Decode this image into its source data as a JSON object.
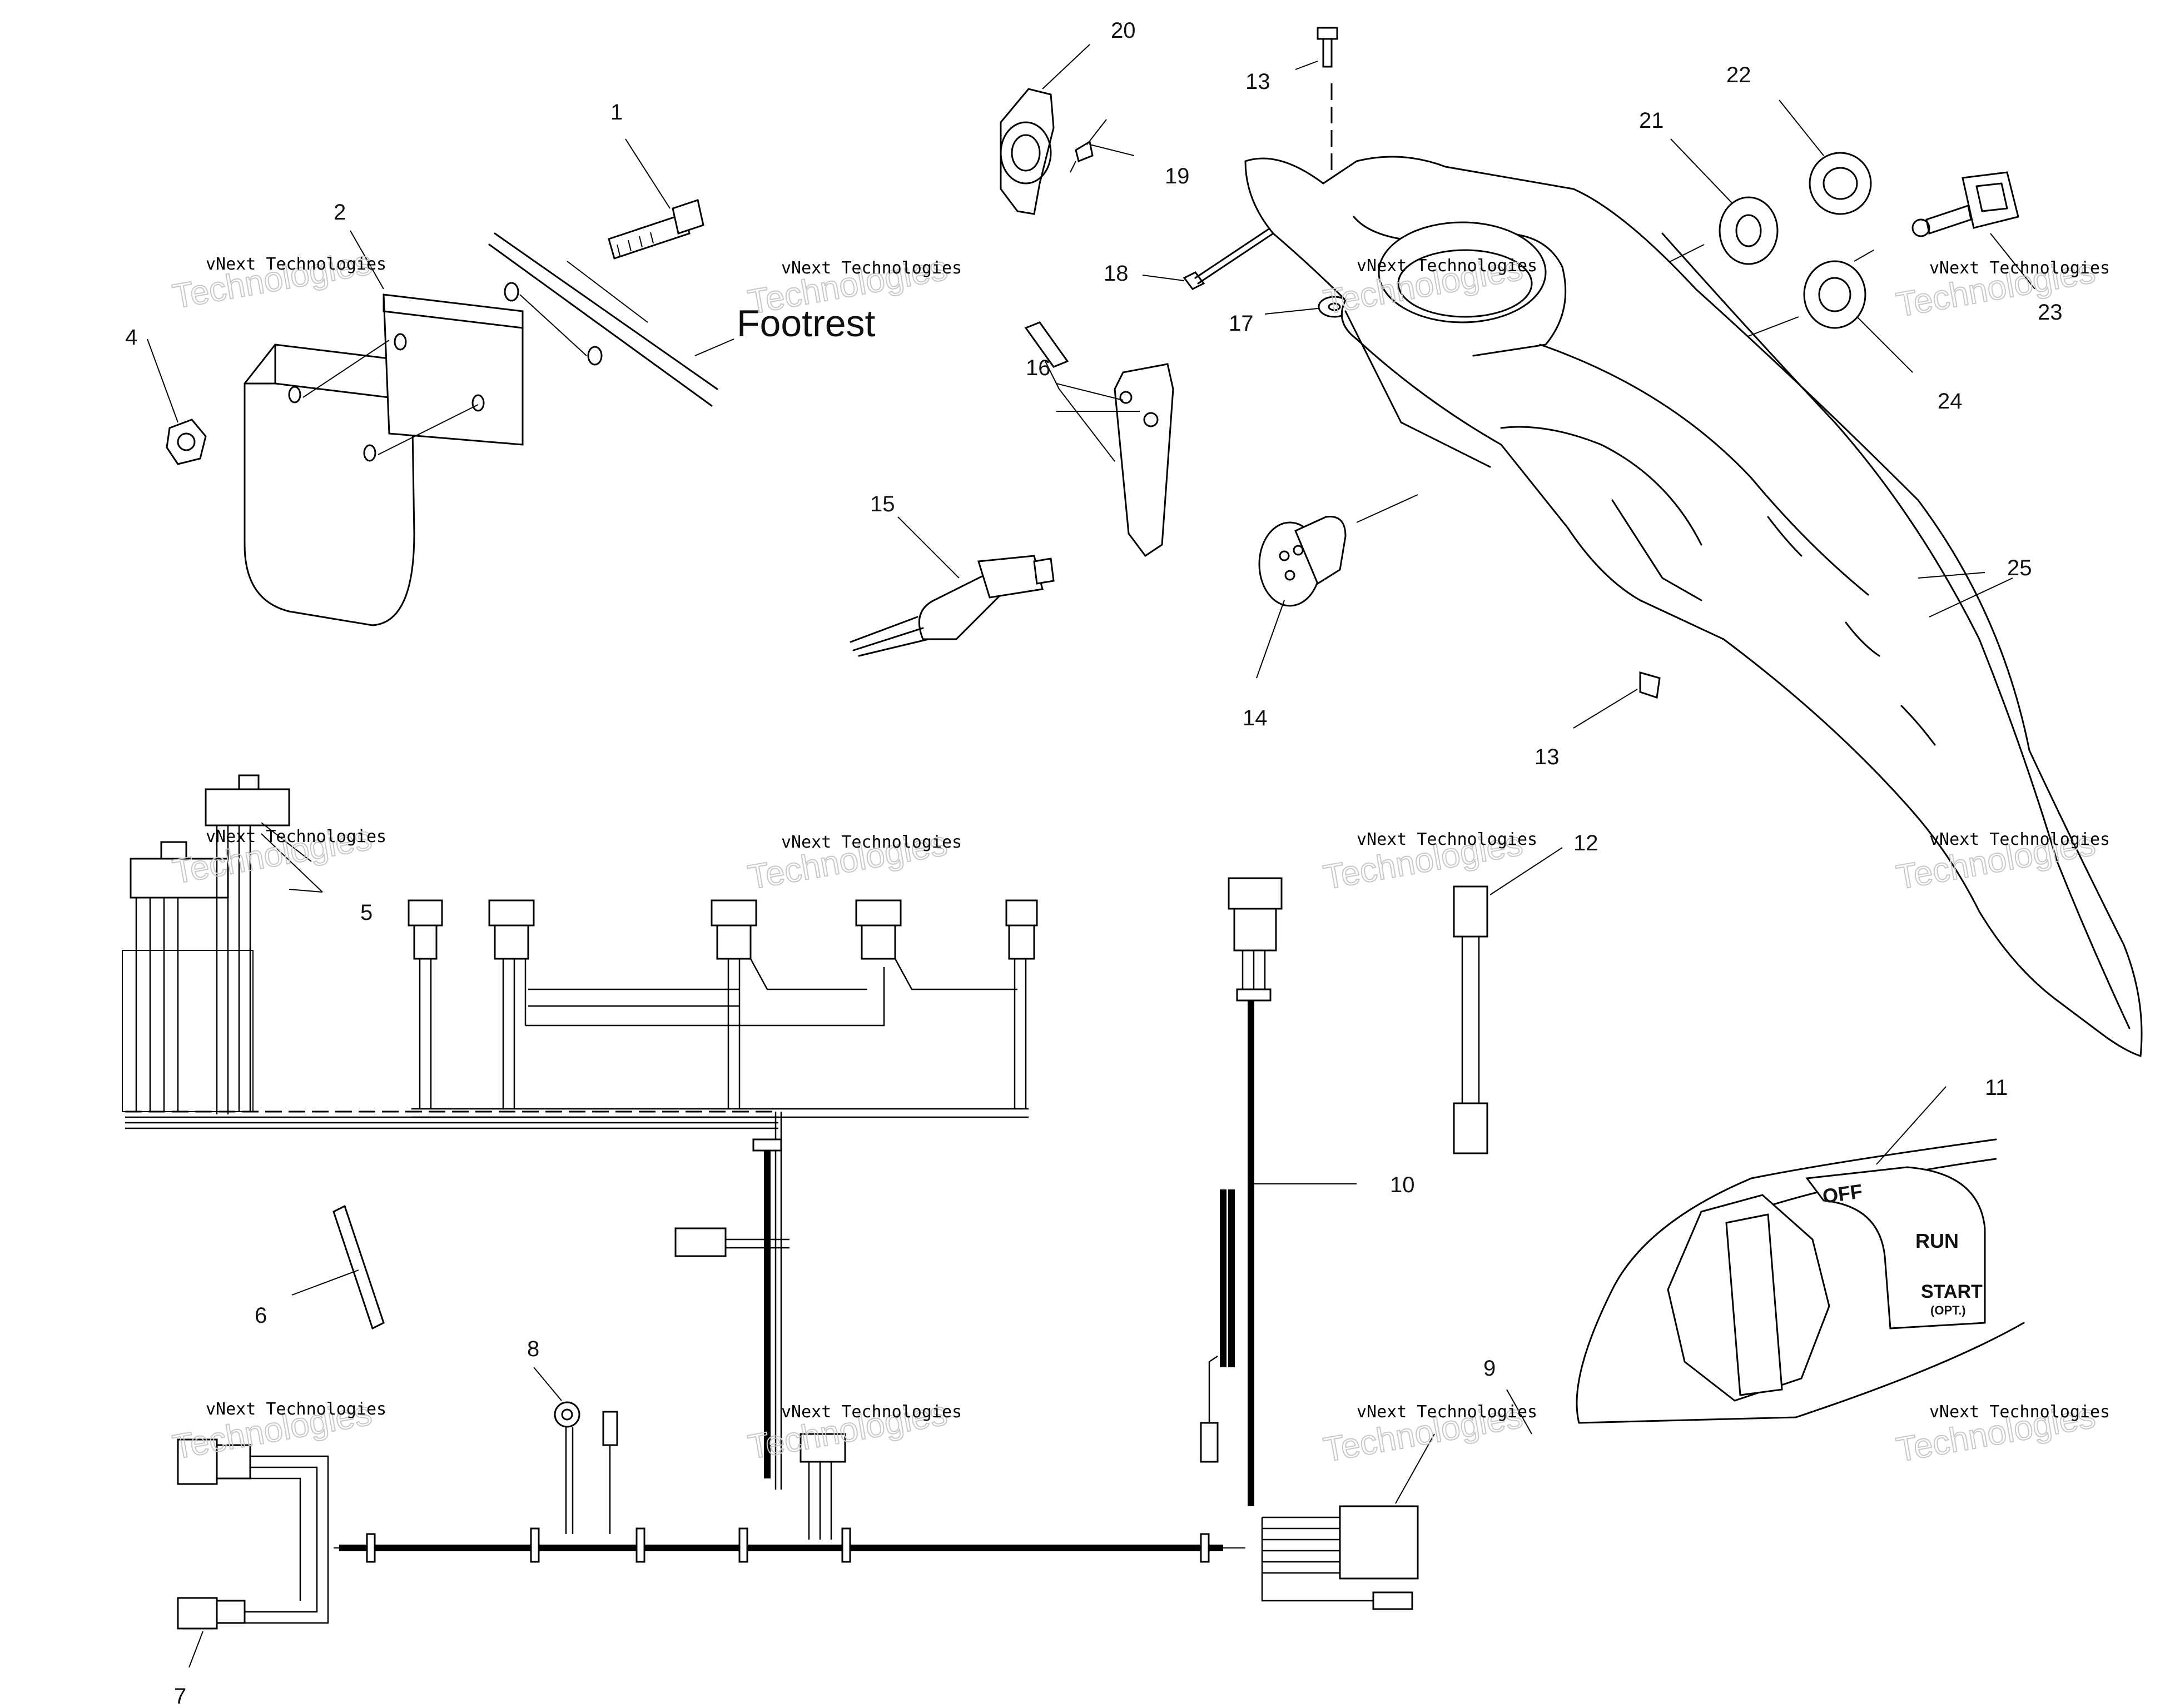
{
  "callouts": {
    "c1": "1",
    "c2": "2",
    "c4": "4",
    "c5": "5",
    "c6": "6",
    "c7": "7",
    "c8": "8",
    "c9": "9",
    "c10": "10",
    "c11": "11",
    "c12": "12",
    "c13a": "13",
    "c13b": "13",
    "c14": "14",
    "c15": "15",
    "c16": "16",
    "c17": "17",
    "c18": "18",
    "c19": "19",
    "c20": "20",
    "c21": "21",
    "c22": "22",
    "c23": "23",
    "c24": "24",
    "c25": "25"
  },
  "labels": {
    "footrest": "Footrest",
    "switch_off": "OFF",
    "switch_run": "RUN",
    "switch_start": "START",
    "switch_opt": "(OPT.)"
  },
  "watermark": {
    "line1": "vNext Technologies",
    "line2": "Technologies",
    "line3": "vNext"
  }
}
